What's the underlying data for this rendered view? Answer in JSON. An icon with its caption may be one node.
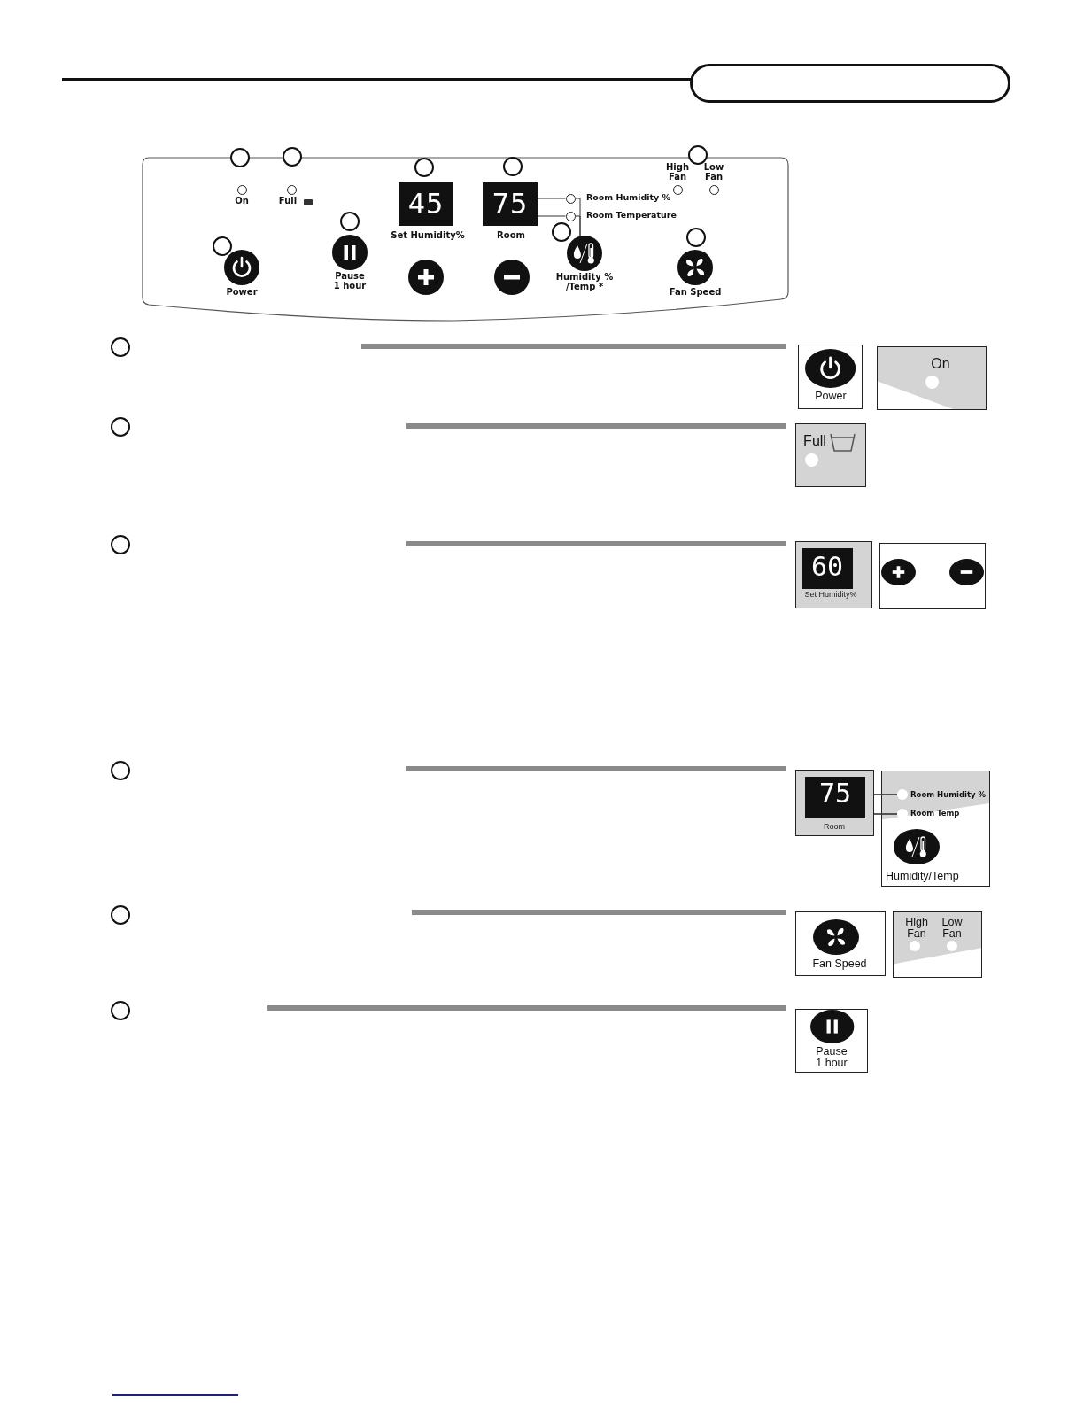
{
  "diagram": {
    "nodes": [
      {
        "text": [],
        "shape": "circle"
      },
      {
        "text": [],
        "shape": "circle"
      },
      {
        "text": [],
        "shape": "circle"
      },
      {
        "text": [],
        "shape": "circle"
      },
      {
        "text": [],
        "shape": "circle"
      },
      {
        "text": [],
        "shape": "circle"
      },
      {
        "text": [],
        "shape": "circle"
      },
      {
        "text": [],
        "shape": "circle"
      },
      {
        "text": [],
        "shape": "circle"
      },
      {
        "text": [],
        "shape": "circle"
      },
      {
        "text": [],
        "shape": "circle"
      },
      {
        "text": [],
        "shape": "circle"
      },
      {
        "text": [],
        "shape": "circle"
      },
      {
        "text": [],
        "shape": "circle"
      },
      {
        "text": [],
        "shape": "circle"
      },
      {
        "text": [
          "75"
        ],
        "beside": [
          "Room"
        ]
      },
      {
        "text": [],
        "shape": "circle"
      },
      {
        "text": [],
        "shape": "circle"
      },
      {
        "text": [],
        "shape": "circle",
        "beside": [
          "Humidity % /Temp *"
        ]
      },
      {
        "text": [
          "75",
          "Room"
        ]
      },
      {
        "text": [],
        "shape": "circle",
        "in": 28
      },
      {
        "text": [],
        "shape": "circle",
        "in": 28
      },
      {
        "text": [
          "45"
        ],
        "beside": [
          "Set Humidity%"
        ]
      },
      {
        "text": [
          "Power"
        ]
      },
      {
        "text": [
          "On"
        ]
      },
      {
        "text": [
          "Full"
        ]
      },
      {
        "text": [
          "60",
          "Set Humidity%"
        ]
      },
      {
        "text": [],
        "shape": "box"
      },
      {
        "text": [
          "Room Humidity %",
          "Room Temp",
          "Humidity/Temp"
        ]
      },
      {
        "text": [
          "Fan Speed"
        ]
      },
      {
        "text": [
          "High Fan",
          "Low Fan"
        ]
      },
      {
        "text": [
          "Pause 1 hour"
        ]
      }
    ],
    "edges": [
      {
        "from": 15,
        "to": 16,
        "arrow": "none"
      },
      {
        "from": 15,
        "to": 17,
        "arrow": "none"
      },
      {
        "from": 18,
        "to": 16,
        "arrow": "none"
      },
      {
        "from": 18,
        "to": 17,
        "arrow": "none"
      },
      {
        "from": 19,
        "to": 20,
        "arrow": "none"
      },
      {
        "from": 19,
        "to": 21,
        "arrow": "none"
      }
    ],
    "labels": [
      "On",
      "Full",
      "High Fan",
      "Low Fan",
      "Room Humidity %",
      "Room Temperature",
      "Power",
      "Pause 1 hour",
      "Fan Speed"
    ]
  }
}
